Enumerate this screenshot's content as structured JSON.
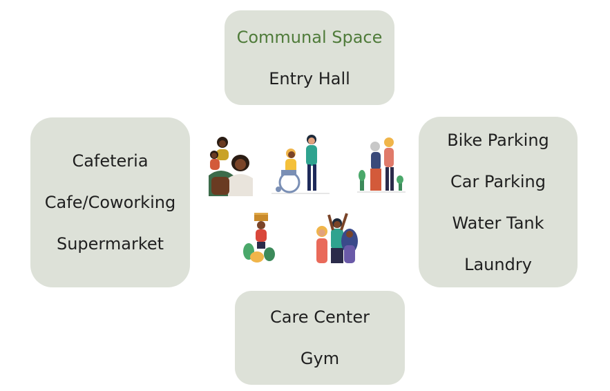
{
  "diagram": {
    "top": {
      "heading": "Communal Space",
      "items": [
        "Entry Hall"
      ]
    },
    "left": {
      "items": [
        "Cafeteria",
        "Cafe/Coworking",
        "Supermarket"
      ]
    },
    "right": {
      "items": [
        "Bike Parking",
        "Car Parking",
        "Water Tank",
        "Laundry"
      ]
    },
    "bottom": {
      "items": [
        "Care Center",
        "Gym"
      ]
    }
  },
  "colors": {
    "box_fill": "#dde1d8",
    "heading": "#4f7b3a",
    "text": "#1f1f1f"
  },
  "illustrations": [
    "family-illustration-icon",
    "wheelchair-caregiver-illustration-icon",
    "elderly-couple-walking-illustration-icon",
    "child-with-box-illustration-icon",
    "friends-cheering-illustration-icon"
  ]
}
